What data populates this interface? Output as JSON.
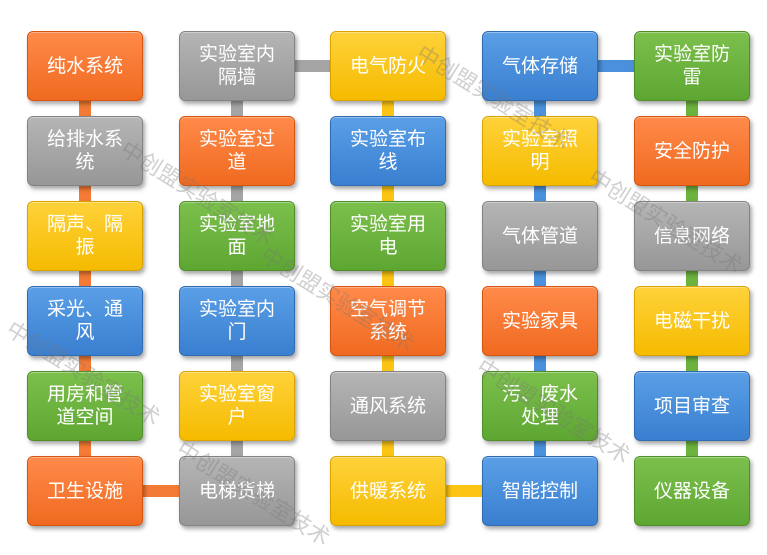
{
  "colors": {
    "orange": "#f47b35",
    "gray": "#a5a5a5",
    "yellow": "#fcc514",
    "blue": "#4a90dc",
    "green": "#6cb33e"
  },
  "columns": [
    {
      "connector_color": "#f47b35",
      "items": [
        {
          "label": "纯水系统",
          "color": "orange"
        },
        {
          "label": "给排水系\n统",
          "color": "gray"
        },
        {
          "label": "隔声、隔\n振",
          "color": "yellow"
        },
        {
          "label": "采光、通\n风",
          "color": "blue"
        },
        {
          "label": "用房和管\n道空间",
          "color": "green"
        },
        {
          "label": "卫生设施",
          "color": "orange"
        }
      ]
    },
    {
      "connector_color": "#a5a5a5",
      "items": [
        {
          "label": "实验室内\n隔墙",
          "color": "gray"
        },
        {
          "label": "实验室过\n道",
          "color": "orange"
        },
        {
          "label": "实验室地\n面",
          "color": "green"
        },
        {
          "label": "实验室内\n门",
          "color": "blue"
        },
        {
          "label": "实验室窗\n户",
          "color": "yellow"
        },
        {
          "label": "电梯货梯",
          "color": "gray"
        }
      ]
    },
    {
      "connector_color": "#fcc514",
      "items": [
        {
          "label": "电气防火",
          "color": "yellow"
        },
        {
          "label": "实验室布\n线",
          "color": "blue"
        },
        {
          "label": "实验室用\n电",
          "color": "green"
        },
        {
          "label": "空气调节\n系统",
          "color": "orange"
        },
        {
          "label": "通风系统",
          "color": "gray"
        },
        {
          "label": "供暖系统",
          "color": "yellow"
        }
      ]
    },
    {
      "connector_color": "#4a90dc",
      "items": [
        {
          "label": "气体存储",
          "color": "blue"
        },
        {
          "label": "实验室照\n明",
          "color": "yellow"
        },
        {
          "label": "气体管道",
          "color": "gray"
        },
        {
          "label": "实验家具",
          "color": "orange"
        },
        {
          "label": "污、废水\n处理",
          "color": "green"
        },
        {
          "label": "智能控制",
          "color": "blue"
        }
      ]
    },
    {
      "connector_color": "#6cb33e",
      "items": [
        {
          "label": "实验室防\n雷",
          "color": "green"
        },
        {
          "label": "安全防护",
          "color": "orange"
        },
        {
          "label": "信息网络",
          "color": "gray"
        },
        {
          "label": "电磁干扰",
          "color": "yellow"
        },
        {
          "label": "项目审查",
          "color": "blue"
        },
        {
          "label": "仪器设备",
          "color": "green"
        }
      ]
    }
  ],
  "links": [
    {
      "from_col": 0,
      "to_col": 1,
      "row": 5,
      "color": "#f47b35"
    },
    {
      "from_col": 1,
      "to_col": 2,
      "row": 0,
      "color": "#a5a5a5"
    },
    {
      "from_col": 2,
      "to_col": 3,
      "row": 5,
      "color": "#fcc514"
    },
    {
      "from_col": 3,
      "to_col": 4,
      "row": 0,
      "color": "#4a90dc"
    }
  ],
  "watermark_text": "中创盟实验室技术"
}
